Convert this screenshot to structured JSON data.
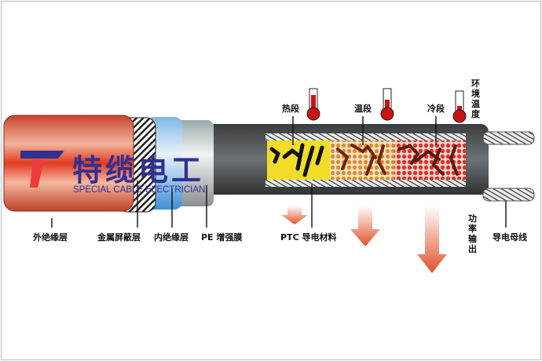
{
  "logo": {
    "name_cn": "特缆电工",
    "name_en": "SPECIAL CABLE ELECTRICIAN"
  },
  "layers": {
    "outer_insulation": "外绝缘层",
    "metal_shield": "金属屏蔽层",
    "inner_insulation": "内绝缘层",
    "pe_film": "PE 增强膜",
    "ptc": "PTC 导电材料",
    "power_output": "功率输出",
    "bus_wire": "导电母线"
  },
  "sections": {
    "hot": "热段",
    "warm": "温段",
    "cold": "冷段",
    "ambient": "环境温度"
  },
  "colors": {
    "logo_blue": "#2e3192",
    "jacket_red": "#d9442c",
    "hot": "#f2dc2a",
    "warm": "#e8913a",
    "cold": "#e0413a"
  }
}
